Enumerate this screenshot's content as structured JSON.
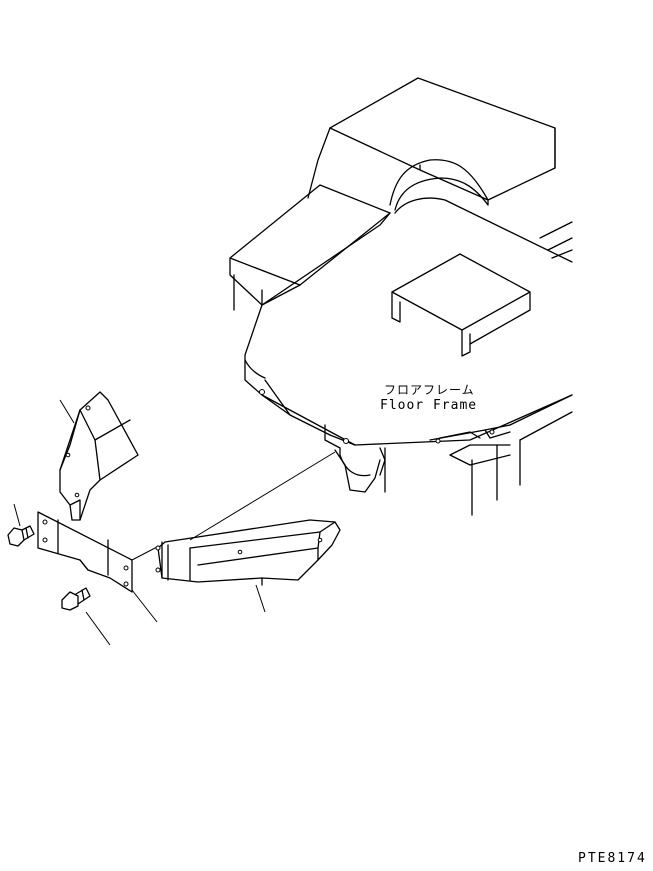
{
  "labels": {
    "floor_frame_jp": "フロアフレーム",
    "floor_frame_en": "Floor Frame",
    "drawing_code": "PTE8174"
  },
  "colors": {
    "line": "#000000",
    "background": "#ffffff"
  }
}
